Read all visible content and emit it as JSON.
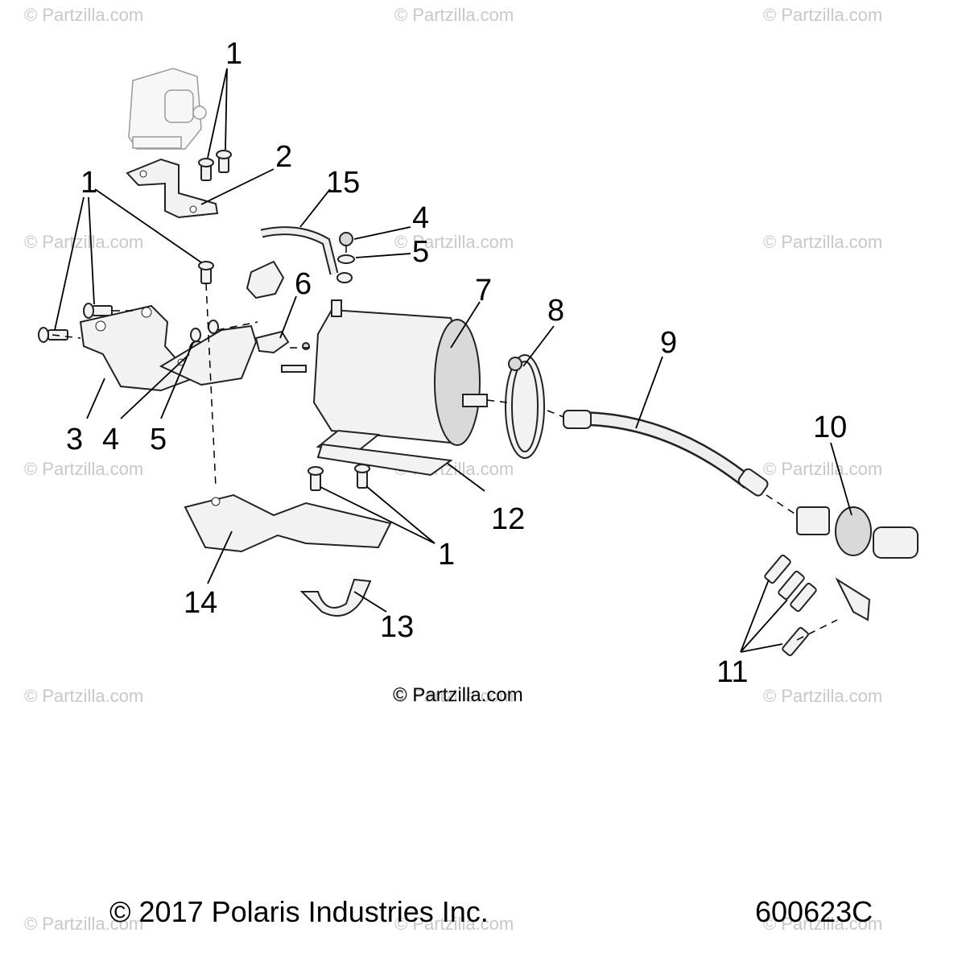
{
  "watermarks": {
    "text": "© Partzilla.com",
    "color": "#c8c8c8",
    "rows": 5,
    "cols": 3
  },
  "center_credit": "© Partzilla.com",
  "copyright": "© 2017 Polaris Industries Inc.",
  "drawing_number": "600623C",
  "callouts": {
    "c1_top": "1",
    "c2": "2",
    "c15": "15",
    "c1_left": "1",
    "c4_top": "4",
    "c5_top": "5",
    "c6": "6",
    "c7": "7",
    "c8": "8",
    "c9": "9",
    "c10": "10",
    "c3": "3",
    "c4_bottom": "4",
    "c5_bottom": "5",
    "c12": "12",
    "c1_bottom": "1",
    "c14": "14",
    "c13": "13",
    "c11": "11"
  },
  "parts": {
    "part_1": "screw-icon",
    "part_2": "solenoid-bracket-icon",
    "part_3": "mounting-bracket-icon",
    "part_4": "nut-icon",
    "part_5": "washer-icon",
    "part_6": "gasket-plate-icon",
    "part_7": "starter-motor-icon",
    "part_8": "hose-clamp-icon",
    "part_9": "cable-icon",
    "part_10": "starter-drive-icon",
    "part_11": "cap-screw-icon",
    "part_12": "pad-icon",
    "part_13": "strap-clamp-icon",
    "part_14": "lower-bracket-icon",
    "part_15": "starter-cable-icon"
  }
}
